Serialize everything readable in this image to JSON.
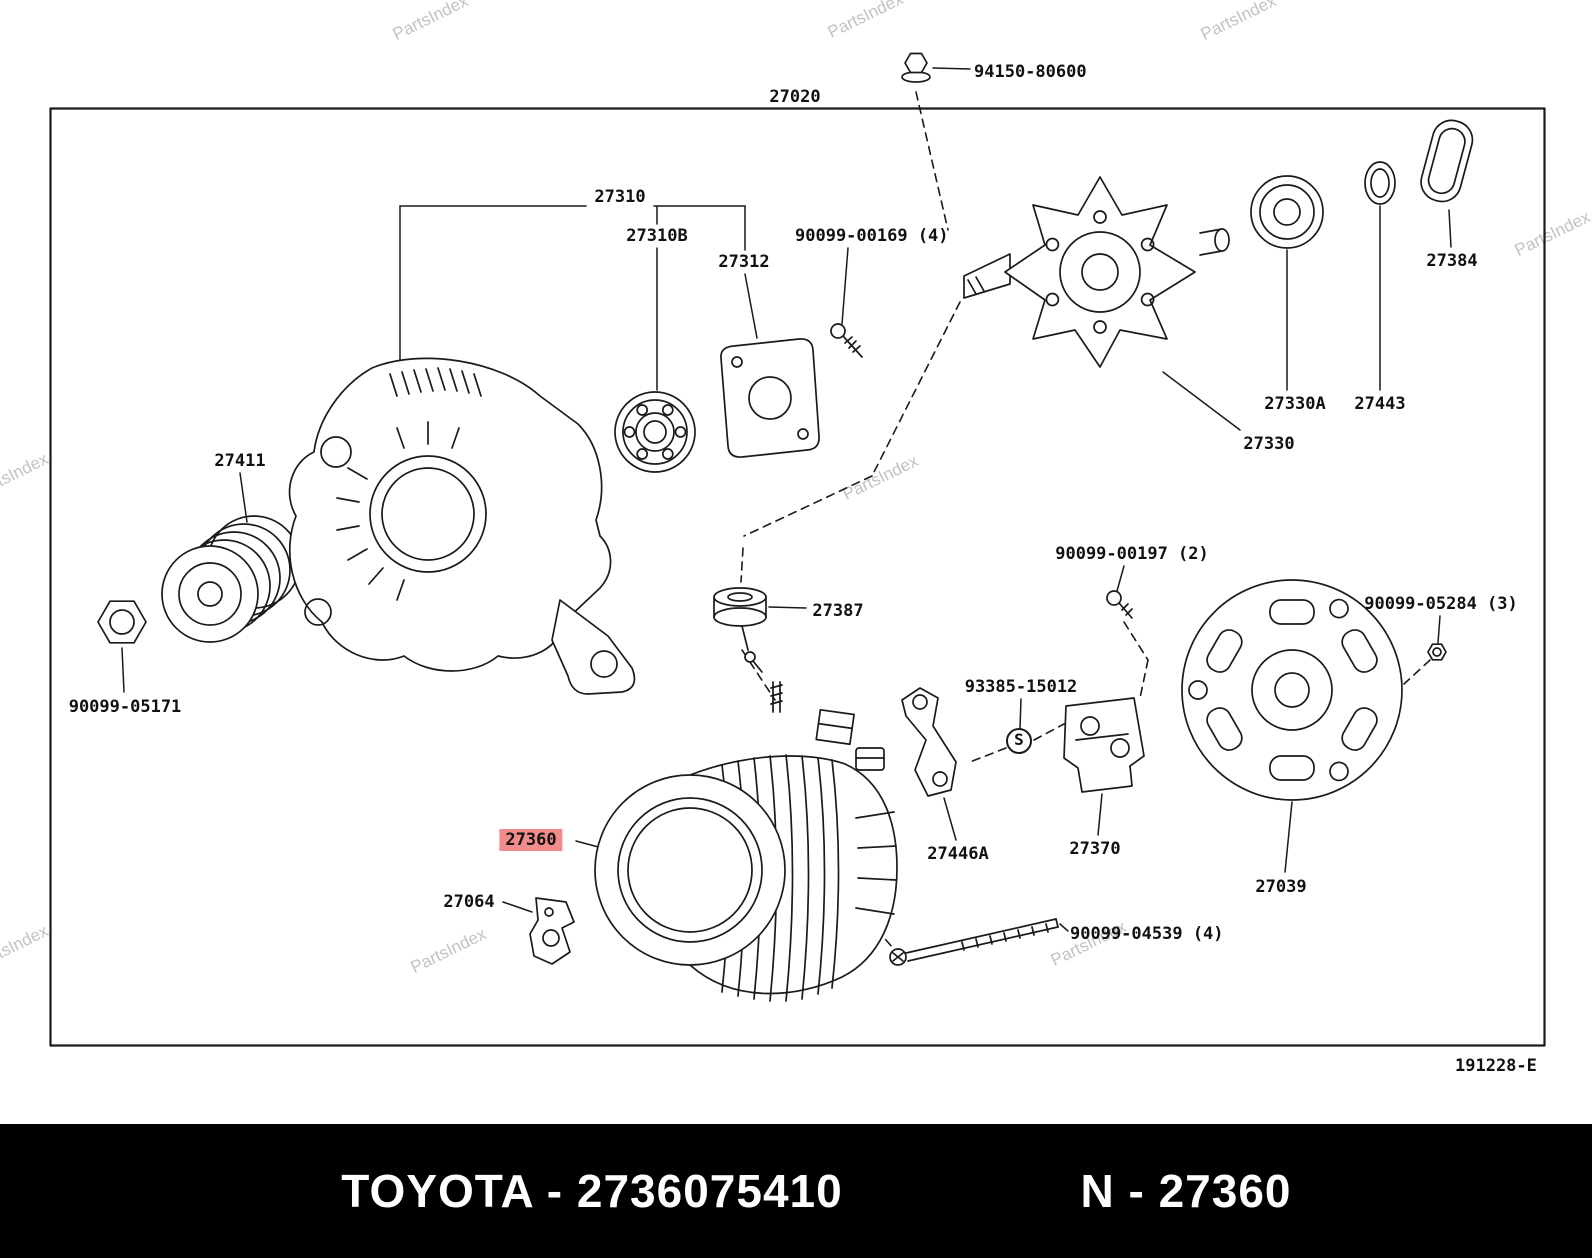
{
  "watermark": "PartsIndex",
  "parts": [
    {
      "text": "27020"
    },
    {
      "text": "94150-80600"
    },
    {
      "text": "27310"
    },
    {
      "text": "27310B"
    },
    {
      "text": "27312"
    },
    {
      "text": "90099-00169 (4)"
    },
    {
      "text": "27384"
    },
    {
      "text": "27411"
    },
    {
      "text": "27330A"
    },
    {
      "text": "27443"
    },
    {
      "text": "27330"
    },
    {
      "text": "90099-05171"
    },
    {
      "text": "27387"
    },
    {
      "text": "90099-00197 (2)"
    },
    {
      "text": "90099-05284 (3)"
    },
    {
      "text": "93385-15012"
    },
    {
      "text": "27446A"
    },
    {
      "text": "27370"
    },
    {
      "text": "27360"
    },
    {
      "text": "27064"
    },
    {
      "text": "27039"
    },
    {
      "text": "90099-04539 (4)"
    }
  ],
  "s_symbol": "S",
  "sheet_code": "191228-E",
  "footer": {
    "left": "TOYOTA - 2736075410",
    "right": "N - 27360"
  },
  "colors": {
    "highlight": "#f28b8b",
    "footer_bg": "#000000",
    "line": "#1a1a1a",
    "watermark": "#c2c2c2"
  }
}
